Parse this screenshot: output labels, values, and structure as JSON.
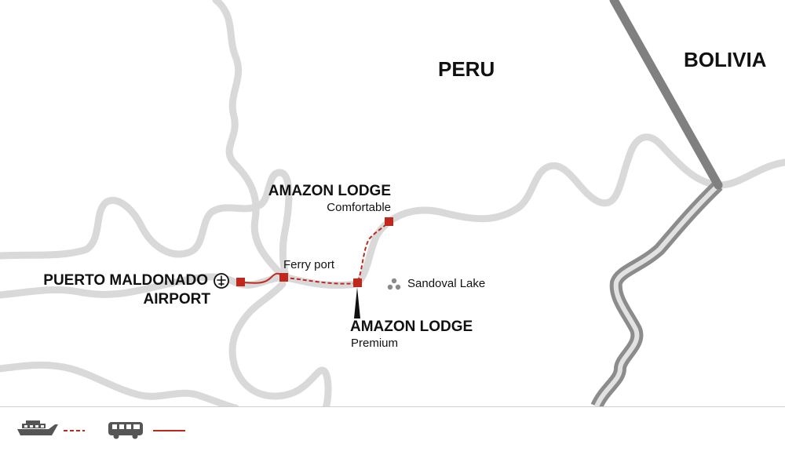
{
  "map": {
    "countries": [
      "PERU",
      "BOLIVIA"
    ],
    "places": {
      "airport": {
        "line1": "PUERTO MALDONADO",
        "line2": "AIRPORT",
        "icon": "plane-icon"
      },
      "lodge_comfortable": {
        "name": "AMAZON LODGE",
        "tier": "Comfortable"
      },
      "lodge_premium": {
        "name": "AMAZON LODGE",
        "tier": "Premium"
      },
      "ferry_port": "Ferry port",
      "lake": {
        "name": "Sandoval Lake",
        "icon": "lake-dots-icon"
      }
    },
    "colors": {
      "river": "#d9d9d9",
      "border": "#808080",
      "route": "#c0281d",
      "marker": "#c0281d",
      "text": "#111111"
    }
  },
  "legend": [
    {
      "icon": "boat-icon",
      "line_style": "dashed",
      "color": "#c0281d"
    },
    {
      "icon": "bus-icon",
      "line_style": "solid",
      "color": "#c0281d"
    }
  ]
}
